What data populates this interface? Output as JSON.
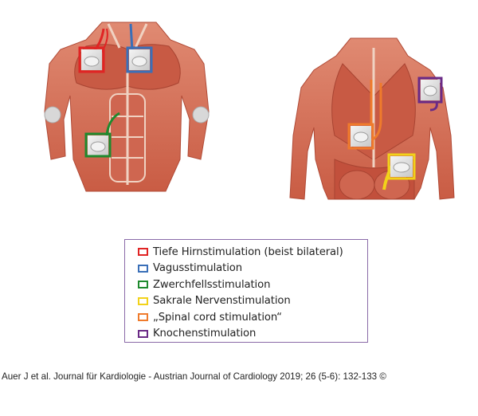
{
  "legend": {
    "items": [
      {
        "label": "Tiefe Hirnstimulation (beist bilateral)",
        "color": "#e02424"
      },
      {
        "label": "Vagusstimulation",
        "color": "#3a6fb8"
      },
      {
        "label": "Zwerchfellsstimulation",
        "color": "#1e8a2e"
      },
      {
        "label": "Sakrale Nervenstimulation",
        "color": "#f2d21a"
      },
      {
        "label": "„Spinal cord stimulation“",
        "color": "#ef7b2c"
      },
      {
        "label": "Knochenstimulation",
        "color": "#6a2a86"
      }
    ]
  },
  "citation": "Auer J et al. Journal für Kardiologie - Austrian Journal of Cardiology 2019; 26 (5-6): 132-133 ©",
  "colors": {
    "skin": "#d9765e",
    "muscle": "#c4503a",
    "tendon": "#f0d2c2",
    "device": "#e8e8e8"
  }
}
